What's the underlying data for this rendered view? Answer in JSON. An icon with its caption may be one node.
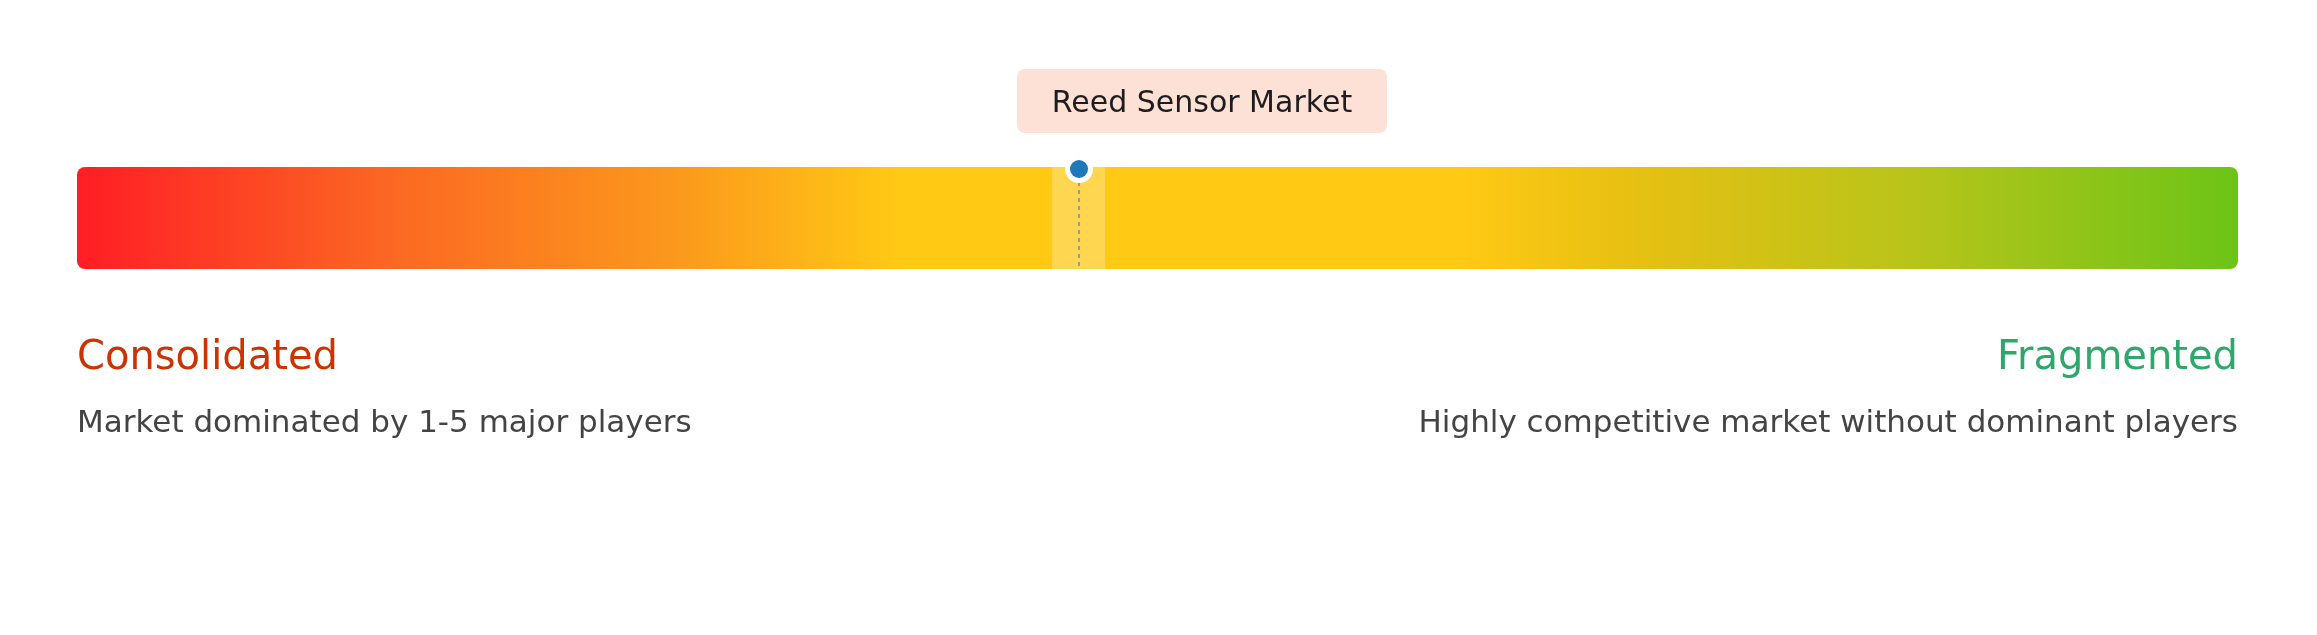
{
  "diagram": {
    "nodes": [
      {
        "text": [
          "Reed Sensor Market"
        ]
      }
    ],
    "labels": [
      "Consolidated",
      "Market dominated by 1-5 major players",
      "Fragmented",
      "Highly competitive market without dominant players"
    ]
  }
}
